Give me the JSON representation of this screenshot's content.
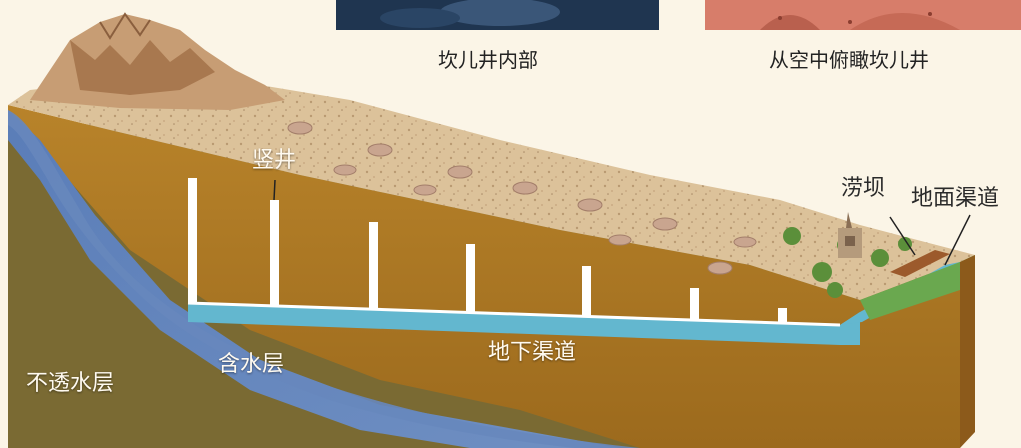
{
  "captions": {
    "photo_interior": "坎儿井内部",
    "photo_aerial": "从空中俯瞰坎儿井"
  },
  "labels": {
    "vertical_well": "竖井",
    "dam": "涝坝",
    "surface_channel": "地面渠道",
    "underground_channel": "地下渠道",
    "aquifer": "含水层",
    "impermeable_layer": "不透水层"
  },
  "colors": {
    "background": "#fbf5e7",
    "impermeable_layer": "#7a6a33",
    "aquifer": "#5d7fb7",
    "soil": "#b0781f",
    "ground_surface": "#dcc29a",
    "channel_water": "#63b7cf",
    "well_shaft": "#ffffff",
    "vegetation": "#5b8f3a"
  },
  "icons": [
    "mountain",
    "tree",
    "tower"
  ]
}
